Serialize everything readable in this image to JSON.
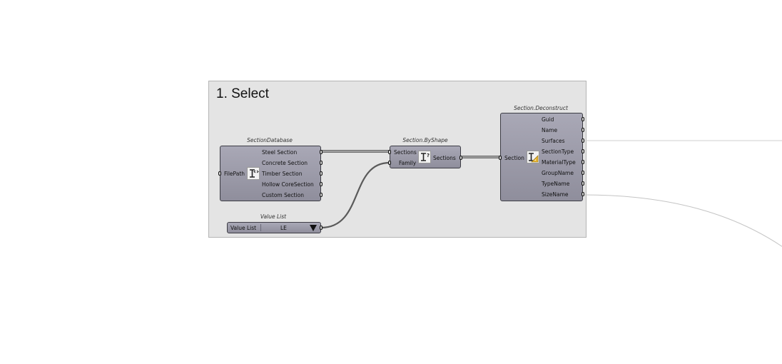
{
  "group": {
    "title": "1. Select"
  },
  "components": {
    "section_database": {
      "name": "SectionDatabase",
      "inputs": [
        "FilePath"
      ],
      "outputs": [
        "Steel Section",
        "Concrete Section",
        "Timber Section",
        "Hollow CoreSection",
        "Custom Section"
      ],
      "icon": "i-beam-database-icon"
    },
    "value_list": {
      "name": "Value List",
      "label": "Value List",
      "selected": "LE",
      "icon": "dropdown-triangle-icon"
    },
    "section_byshape": {
      "name": "Section.ByShape",
      "inputs": [
        "Sections",
        "Family"
      ],
      "outputs": [
        "Sections"
      ],
      "icon": "i-beam-query-icon"
    },
    "section_deconstruct": {
      "name": "Section.Deconstruct",
      "inputs": [
        "Section"
      ],
      "outputs": [
        "Guid",
        "Name",
        "Surfaces",
        "SectionType",
        "MaterialType",
        "GroupName",
        "TypeName",
        "SizeName"
      ],
      "icon": "i-beam-deconstruct-icon"
    }
  },
  "colors": {
    "canvas": "#ffffff",
    "group_fill": "#e4e4e4",
    "component_fill": "#9d9caa",
    "wire": "#5a5a5a",
    "external_wire": "#c8c8c8"
  }
}
